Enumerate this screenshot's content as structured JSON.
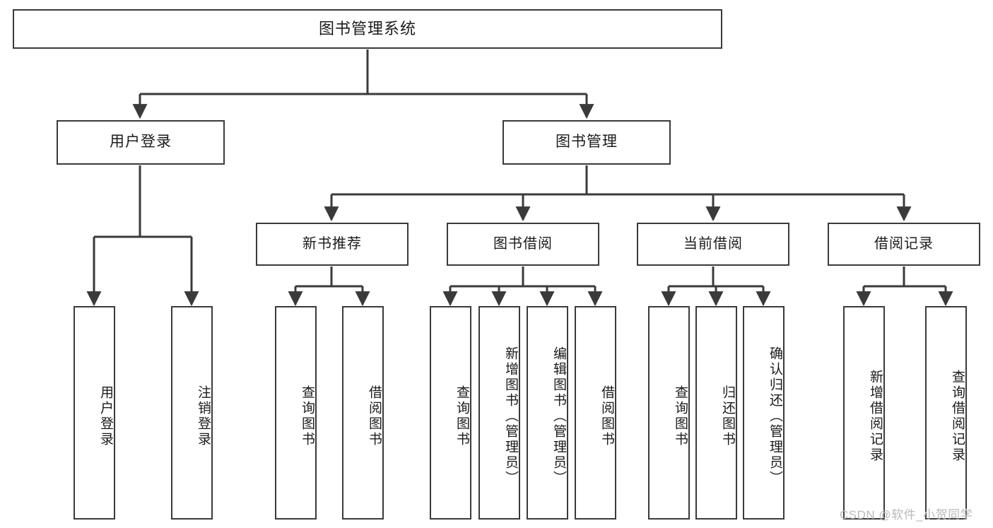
{
  "diagram": {
    "title": "图书管理系统",
    "type": "tree",
    "watermark": "CSDN @软件_小贺同学",
    "colors": {
      "stroke": "#3a3a3a",
      "fill": "#ffffff",
      "text": "#1b1b1b",
      "watermark": "#b9b9b9"
    },
    "root": {
      "label": "图书管理系统"
    },
    "level2": [
      {
        "label": "用户登录"
      },
      {
        "label": "图书管理"
      }
    ],
    "level3": [
      {
        "label": "新书推荐"
      },
      {
        "label": "图书借阅"
      },
      {
        "label": "当前借阅"
      },
      {
        "label": "借阅记录"
      }
    ],
    "leaves": {
      "user_login": [
        {
          "label": "用户登录"
        },
        {
          "label": "注销登录"
        }
      ],
      "new_books": [
        {
          "label": "查询图书"
        },
        {
          "label": "借阅图书"
        }
      ],
      "book_borrow": [
        {
          "label": "查询图书"
        },
        {
          "label": "新增图书（管理员）"
        },
        {
          "label": "编辑图书（管理员）"
        },
        {
          "label": "借阅图书"
        }
      ],
      "current_borrow": [
        {
          "label": "查询图书"
        },
        {
          "label": "归还图书"
        },
        {
          "label": "确认归还（管理员）"
        }
      ],
      "borrow_records": [
        {
          "label": "新增借阅记录"
        },
        {
          "label": "查询借阅记录"
        }
      ]
    }
  }
}
